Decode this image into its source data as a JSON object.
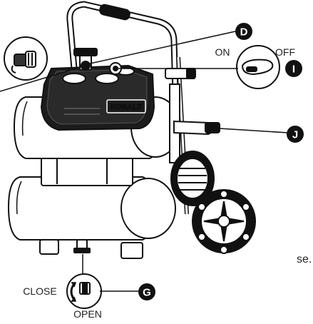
{
  "brand": "KOBALT",
  "callouts": {
    "d": "D",
    "i": "I",
    "j": "J",
    "g": "G"
  },
  "switch_labels": {
    "on": "ON",
    "off": "OFF"
  },
  "drain_labels": {
    "close": "CLOSE",
    "open": "OPEN"
  },
  "partial_text": "se.",
  "colors": {
    "ink": "#111111",
    "callout_fill": "#111111",
    "paper": "#ffffff"
  },
  "icons": [
    "coupler-icon",
    "power-switch-icon",
    "drain-valve-icon",
    "rotate-arrow-icon"
  ]
}
